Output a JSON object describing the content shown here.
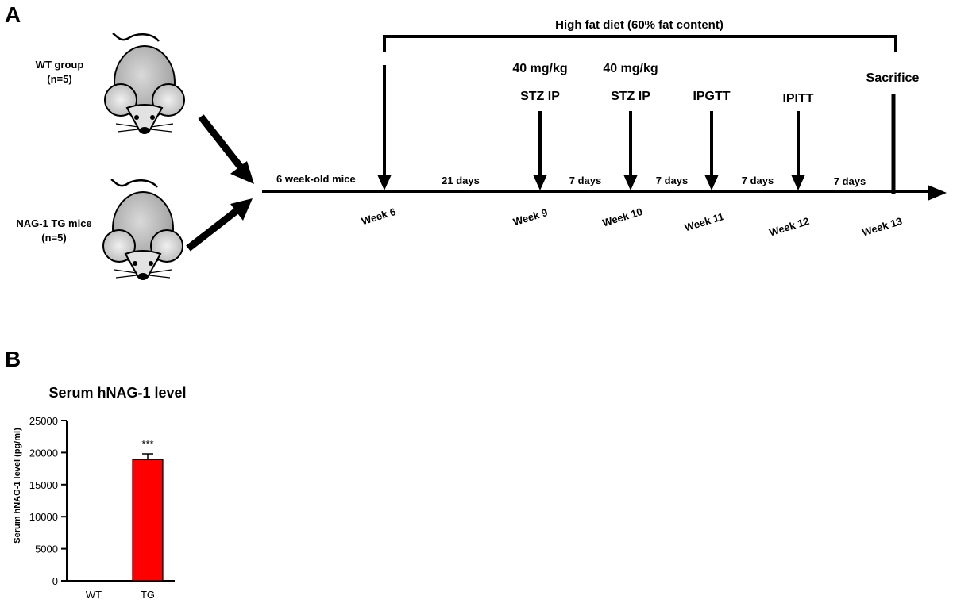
{
  "panel_a": {
    "letter": "A",
    "diet_label": "High fat diet (60% fat content)",
    "start_label": "6 week-old mice",
    "groups": [
      {
        "name": "WT group",
        "n": "(n=5)"
      },
      {
        "name": "NAG-1 TG mice",
        "n": "(n=5)"
      }
    ],
    "events": [
      {
        "dose": "",
        "label": ""
      },
      {
        "dose": "40 mg/kg",
        "label": "STZ IP"
      },
      {
        "dose": "40 mg/kg",
        "label": "STZ IP"
      },
      {
        "dose": "",
        "label": "IPGTT"
      },
      {
        "dose": "",
        "label": "IPITT"
      },
      {
        "dose": "",
        "label": "Sacrifice"
      }
    ],
    "weeks": [
      "Week 6",
      "Week 9",
      "Week 10",
      "Week 11",
      "Week 12",
      "Week 13"
    ],
    "intervals": [
      "21 days",
      "7 days",
      "7 days",
      "7 days",
      "7 days"
    ],
    "colors": {
      "line": "#000000",
      "mouse_body": "#c8c8c8"
    }
  },
  "panel_b": {
    "letter": "B"
  },
  "chart_data": {
    "type": "bar",
    "title": "Serum hNAG-1 level",
    "ylabel": "Serum hNAG-1 level (pg/ml)",
    "xlabel": "",
    "categories": [
      "WT",
      "TG"
    ],
    "values": [
      0,
      18900
    ],
    "errors": [
      0,
      900
    ],
    "significance": [
      "",
      "***"
    ],
    "ylim": [
      0,
      25000
    ],
    "yticks": [
      "0",
      "5000",
      "10000",
      "15000",
      "20000",
      "25000"
    ],
    "bar_color": "#ff0000",
    "grid": false
  }
}
